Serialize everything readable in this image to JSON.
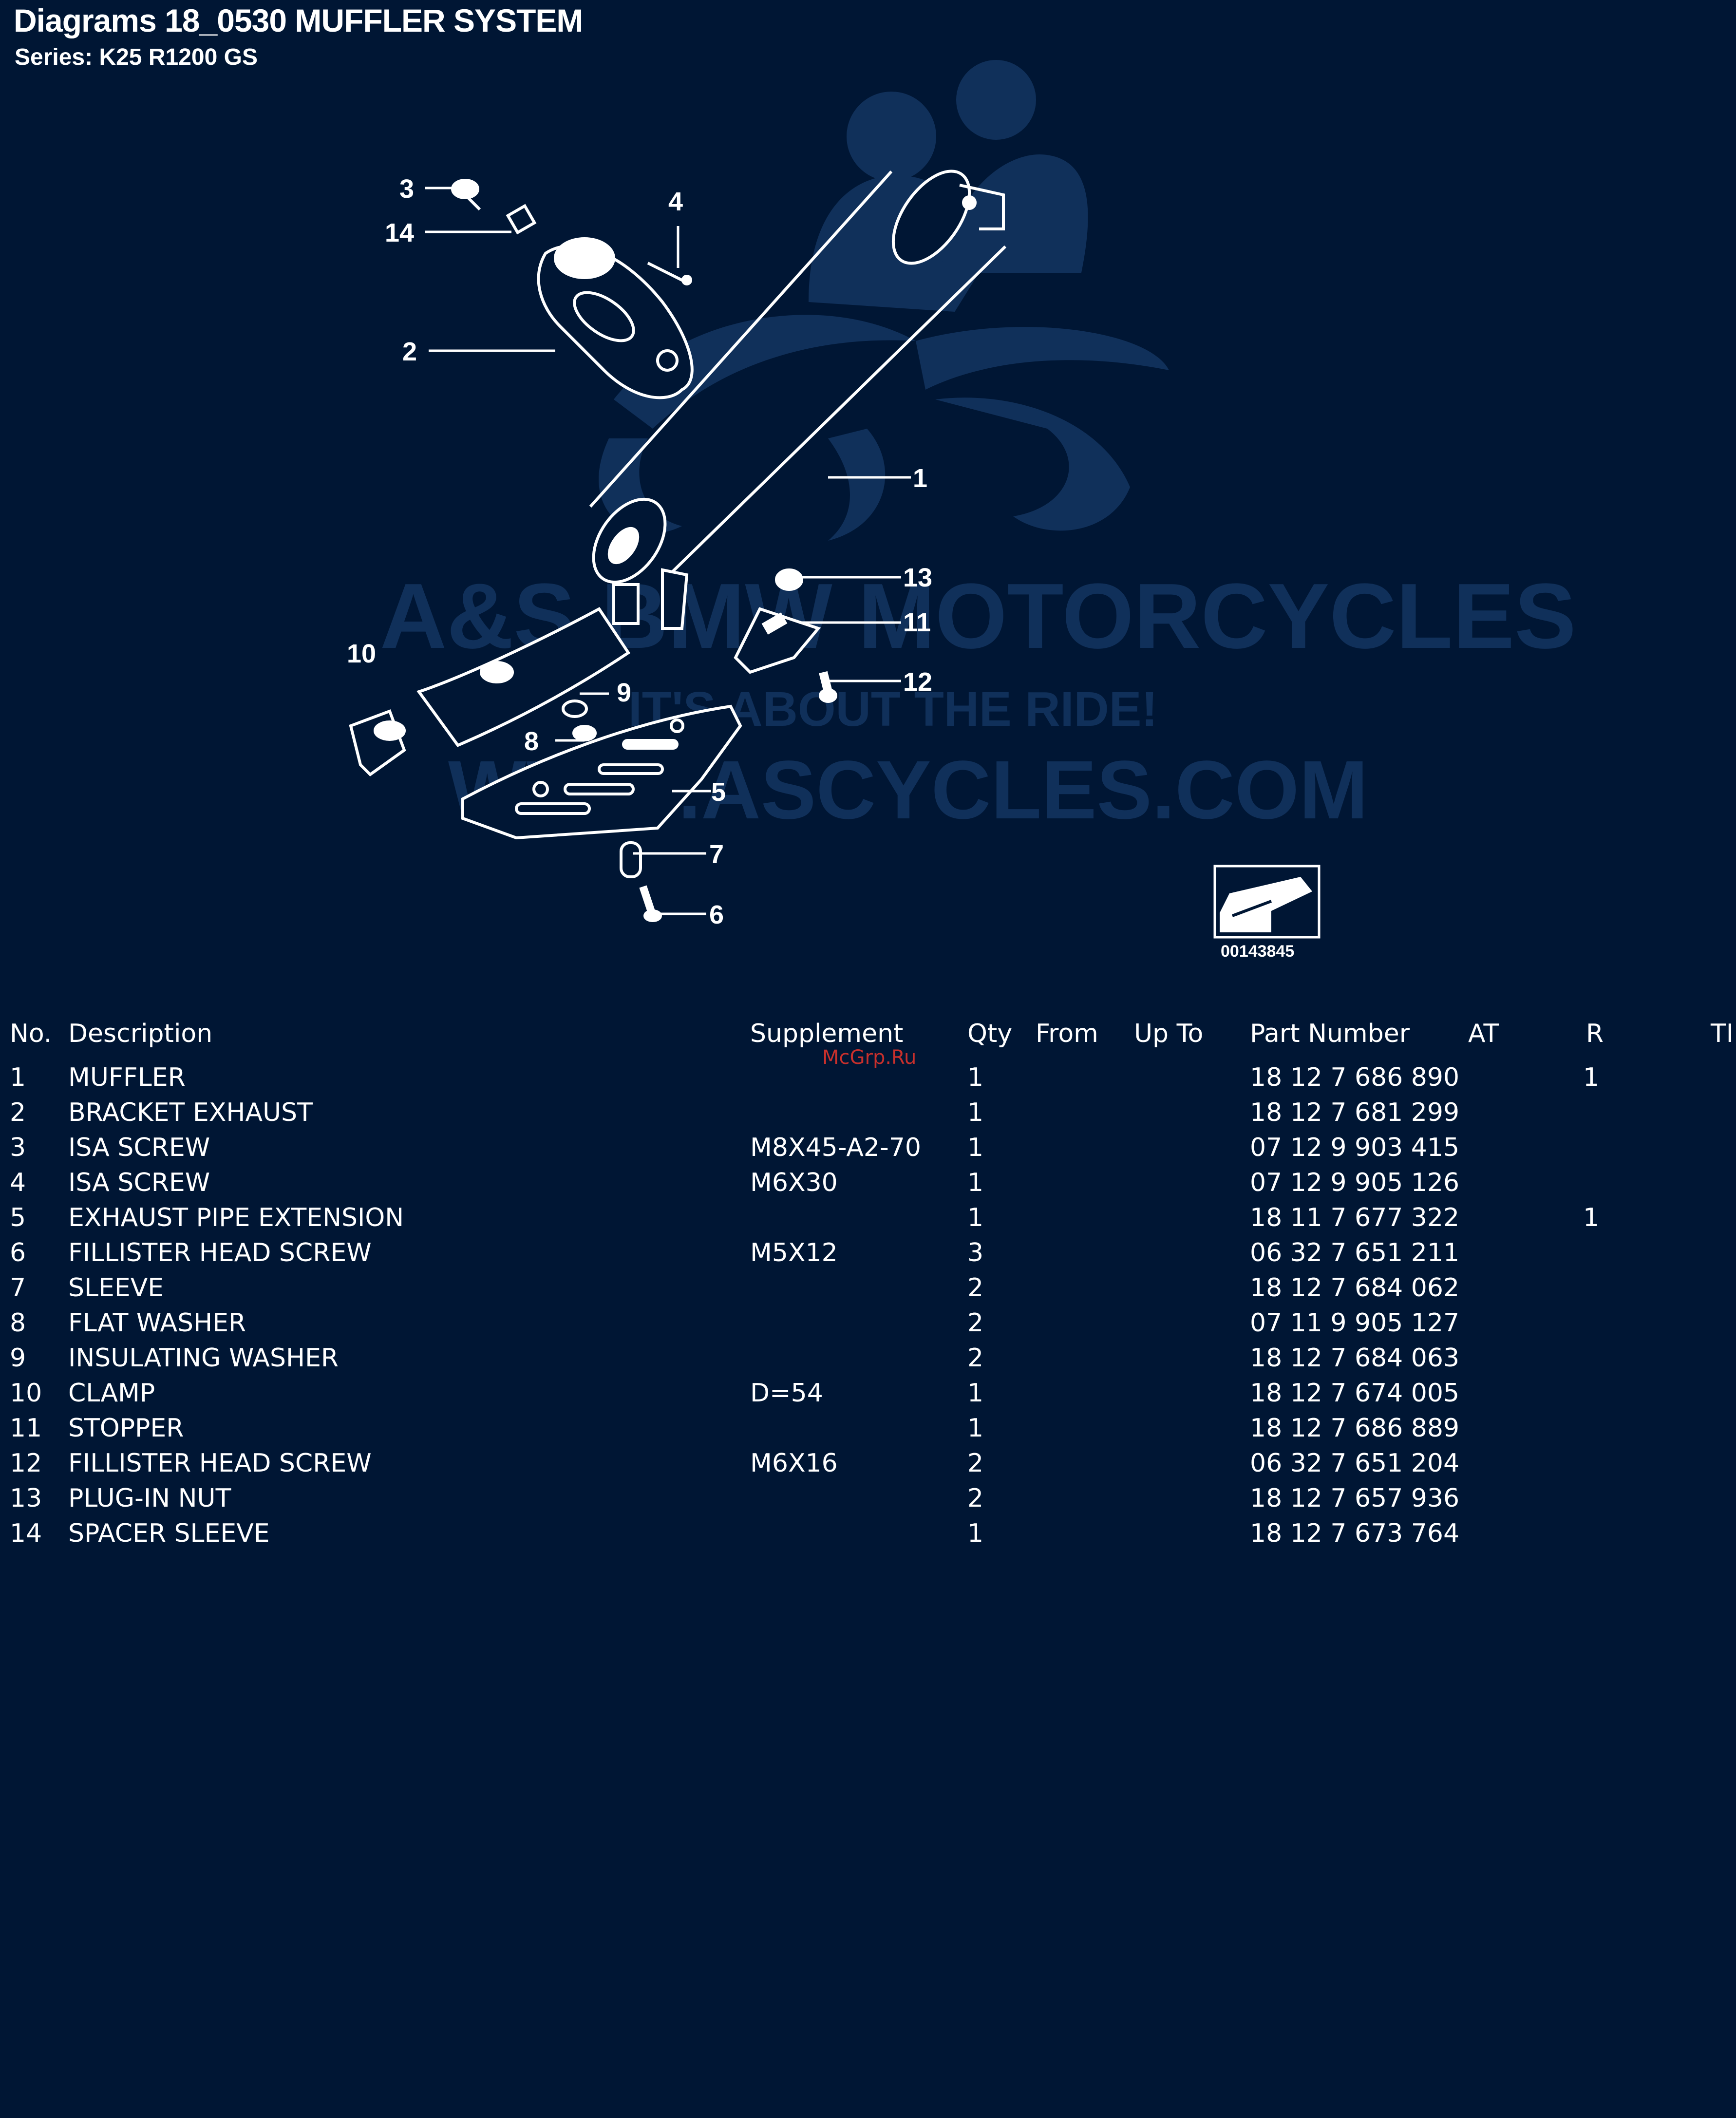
{
  "header": {
    "title": "Diagrams 18_0530 MUFFLER SYSTEM",
    "series": "Series: K25 R1200 GS"
  },
  "watermark": {
    "company": "A&S BMW MOTORCYCLES",
    "slogan": "IT'S ABOUT THE RIDE!",
    "website": "WWW.ASCYCLES.COM",
    "site_mark": "McGrp.Ru",
    "color": "#10305a"
  },
  "diagram": {
    "callouts": [
      "1",
      "2",
      "3",
      "4",
      "5",
      "6",
      "7",
      "8",
      "9",
      "10",
      "11",
      "12",
      "13",
      "14"
    ],
    "figure_id": "00143845",
    "line_color": "#ffffff"
  },
  "table": {
    "columns": [
      "No.",
      "Description",
      "Supplement",
      "Qty",
      "From",
      "Up To",
      "Part Number",
      "AT",
      "R",
      "TI"
    ],
    "rows": [
      {
        "no": "1",
        "desc": "MUFFLER",
        "sup": "",
        "qty": "1",
        "pn": "18 12 7 686 890",
        "r": "1"
      },
      {
        "no": "2",
        "desc": "BRACKET EXHAUST",
        "sup": "",
        "qty": "1",
        "pn": "18 12 7 681 299",
        "r": ""
      },
      {
        "no": "3",
        "desc": "ISA SCREW",
        "sup": "M8X45-A2-70",
        "qty": "1",
        "pn": "07 12 9 903 415",
        "r": ""
      },
      {
        "no": "4",
        "desc": "ISA SCREW",
        "sup": "M6X30",
        "qty": "1",
        "pn": "07 12 9 905 126",
        "r": ""
      },
      {
        "no": "5",
        "desc": "EXHAUST PIPE EXTENSION",
        "sup": "",
        "qty": "1",
        "pn": "18 11 7 677 322",
        "r": "1"
      },
      {
        "no": "6",
        "desc": "FILLISTER HEAD SCREW",
        "sup": "M5X12",
        "qty": "3",
        "pn": "06 32 7 651 211",
        "r": ""
      },
      {
        "no": "7",
        "desc": "SLEEVE",
        "sup": "",
        "qty": "2",
        "pn": "18 12 7 684 062",
        "r": ""
      },
      {
        "no": "8",
        "desc": "FLAT WASHER",
        "sup": "",
        "qty": "2",
        "pn": "07 11 9 905 127",
        "r": ""
      },
      {
        "no": "9",
        "desc": "INSULATING WASHER",
        "sup": "",
        "qty": "2",
        "pn": "18 12 7 684 063",
        "r": ""
      },
      {
        "no": "10",
        "desc": "CLAMP",
        "sup": "D=54",
        "qty": "1",
        "pn": "18 12 7 674 005",
        "r": ""
      },
      {
        "no": "11",
        "desc": "STOPPER",
        "sup": "",
        "qty": "1",
        "pn": "18 12 7 686 889",
        "r": ""
      },
      {
        "no": "12",
        "desc": "FILLISTER HEAD SCREW",
        "sup": "M6X16",
        "qty": "2",
        "pn": "06 32 7 651 204",
        "r": ""
      },
      {
        "no": "13",
        "desc": "PLUG-IN NUT",
        "sup": "",
        "qty": "2",
        "pn": "18 12 7 657 936",
        "r": ""
      },
      {
        "no": "14",
        "desc": "SPACER SLEEVE",
        "sup": "",
        "qty": "1",
        "pn": "18 12 7 673 764",
        "r": ""
      }
    ]
  }
}
